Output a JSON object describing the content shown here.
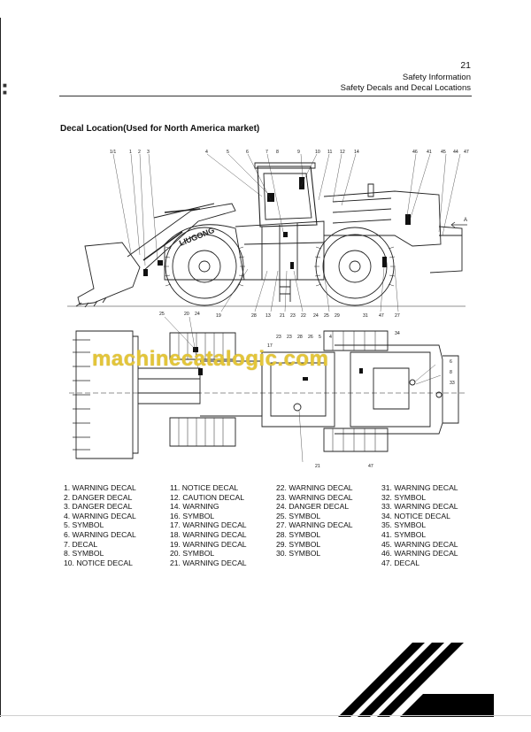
{
  "header": {
    "page_number": "21",
    "chapter": "Safety Information",
    "section": "Safety Decals and Decal Locations"
  },
  "section_title": "Decal Location(Used for North America market)",
  "watermark": "machinecatalogic.com",
  "brand_text": "LIUGONG",
  "drawing_labels": {
    "side_top": [
      "1/1",
      "1",
      "2",
      "3",
      "4",
      "5",
      "6",
      "7",
      "8",
      "9",
      "10",
      "11",
      "12",
      "14",
      "46",
      "41",
      "45",
      "44",
      "47"
    ],
    "side_bottom": [
      "19",
      "28",
      "13",
      "21",
      "23",
      "22",
      "24",
      "25",
      "29",
      "31",
      "47",
      "27"
    ],
    "top_view_upper": [
      "25",
      "20",
      "24",
      "28",
      "26",
      "5",
      "23",
      "23",
      "4",
      "17",
      "6",
      "8",
      "33",
      "34"
    ],
    "top_view_lower": [
      "21",
      "47"
    ]
  },
  "legend": {
    "col1": [
      "1. WARNING DECAL",
      "2. DANGER DECAL",
      "3. DANGER DECAL",
      "4. WARNING DECAL",
      "5. SYMBOL",
      "6. WARNING DECAL",
      "7. DECAL",
      "8. SYMBOL",
      "10. NOTICE DECAL"
    ],
    "col2": [
      "11. NOTICE DECAL",
      "12. CAUTION DECAL",
      "14. WARNING",
      "16. SYMBOL",
      "17. WARNING DECAL",
      "18. WARNING DECAL",
      "19. WARNING DECAL",
      "20. SYMBOL",
      "21. WARNING DECAL"
    ],
    "col3": [
      "22. WARNING DECAL",
      "23. WARNING DECAL",
      "24. DANGER DECAL",
      "25. SYMBOL",
      "27. WARNING DECAL",
      "28. SYMBOL",
      "29. SYMBOL",
      "30. SYMBOL"
    ],
    "col4": [
      "31. WARNING DECAL",
      "32. SYMBOL",
      "33. WARNING DECAL",
      "34. NOTICE DECAL",
      "35. SYMBOL",
      "41. SYMBOL",
      "45. WARNING DECAL",
      "46. WARNING DECAL",
      "47. DECAL"
    ]
  }
}
